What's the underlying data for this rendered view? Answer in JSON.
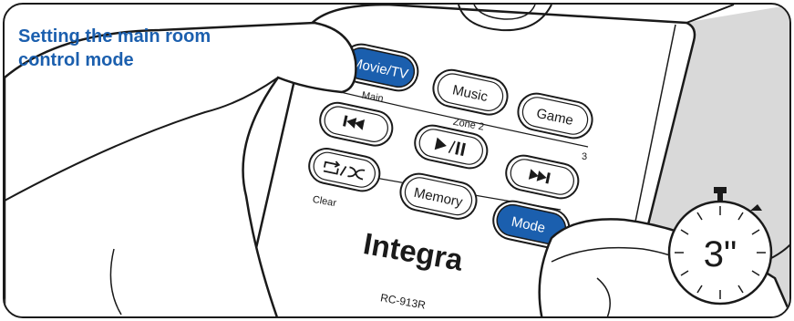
{
  "caption": {
    "line1": "Setting the main room",
    "line2": "control mode"
  },
  "remote": {
    "brand": "Integra",
    "model": "RC-913R",
    "buttons": {
      "movie_tv": "Movie/TV",
      "music": "Music",
      "game": "Game",
      "memory": "Memory",
      "mode": "Mode",
      "prev_icon": "skip-previous-icon",
      "play_pause_icon": "play-pause-icon",
      "next_icon": "skip-next-icon",
      "repeat_shuffle_icon": "repeat-shuffle-icon"
    },
    "zone_labels": {
      "main": "Main",
      "zone2": "Zone 2",
      "zone3": "3",
      "clear": "Clear"
    }
  },
  "timer": {
    "label": "3\""
  },
  "colors": {
    "caption": "#1b5fae",
    "active_button": "#1b5fae",
    "outline": "#1a1a1a",
    "shadow_gray": "#d9d9d9"
  }
}
